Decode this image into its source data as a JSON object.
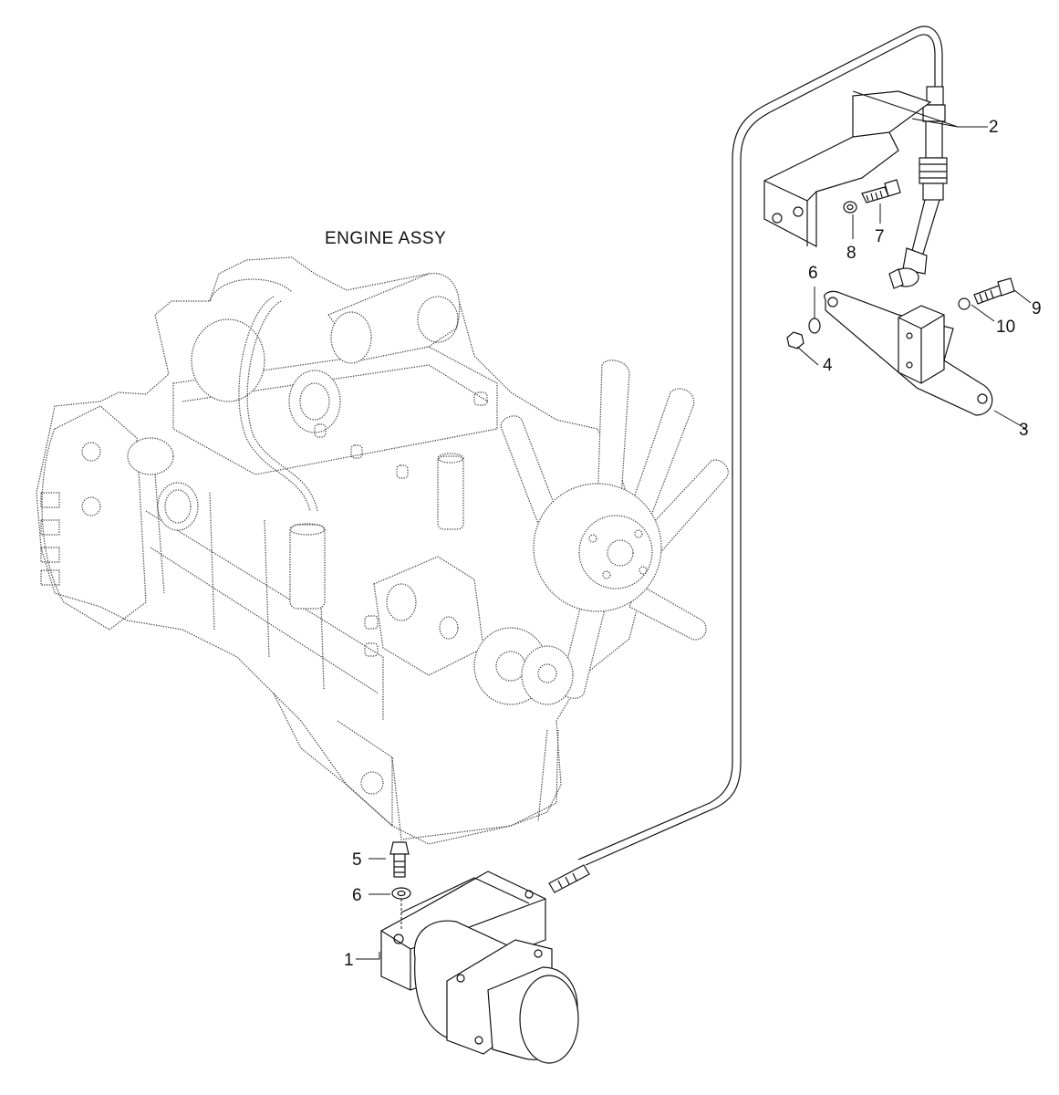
{
  "diagram": {
    "title": "ENGINE ASSY",
    "callouts": [
      {
        "id": "c1",
        "label": "1"
      },
      {
        "id": "c2",
        "label": "2"
      },
      {
        "id": "c3",
        "label": "3"
      },
      {
        "id": "c4",
        "label": "4"
      },
      {
        "id": "c5",
        "label": "5"
      },
      {
        "id": "c6a",
        "label": "6"
      },
      {
        "id": "c6b",
        "label": "6"
      },
      {
        "id": "c7",
        "label": "7"
      },
      {
        "id": "c8",
        "label": "8"
      },
      {
        "id": "c9",
        "label": "9"
      },
      {
        "id": "c10",
        "label": "10"
      }
    ]
  }
}
